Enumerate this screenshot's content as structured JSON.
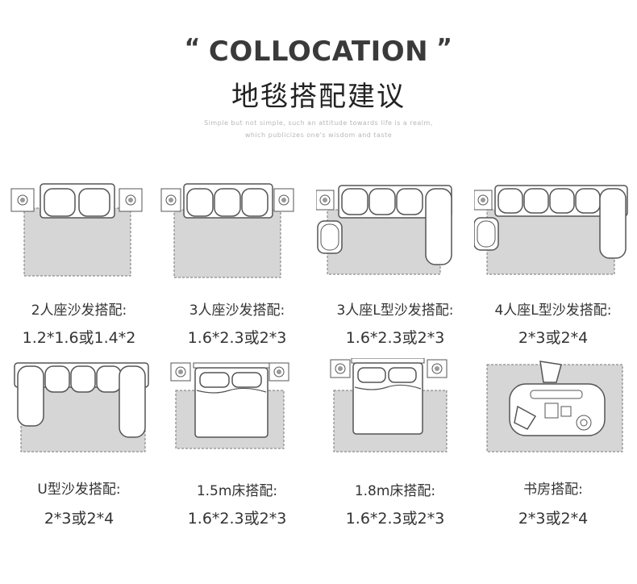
{
  "header": {
    "open_quote": "“",
    "title": "COLLOCATION",
    "close_quote": "”",
    "subtitle": "地毯搭配建议",
    "tagline_1": "Simple but not simple, such an attitude towards life is a realm,",
    "tagline_2": "which publicizes one's wisdom and taste"
  },
  "colors": {
    "rug_fill": "#d6d6d6",
    "line": "#555555",
    "text": "#333333"
  },
  "items": [
    {
      "label": "2人座沙发搭配:",
      "size": "1.2*1.6或1.4*2"
    },
    {
      "label": "3人座沙发搭配:",
      "size": "1.6*2.3或2*3"
    },
    {
      "label": "3人座L型沙发搭配:",
      "size": "1.6*2.3或2*3"
    },
    {
      "label": "4人座L型沙发搭配:",
      "size": "2*3或2*4"
    },
    {
      "label": "U型沙发搭配:",
      "size": "2*3或2*4"
    },
    {
      "label": "1.5m床搭配:",
      "size": "1.6*2.3或2*3"
    },
    {
      "label": "1.8m床搭配:",
      "size": "1.6*2.3或2*3"
    },
    {
      "label": "书房搭配:",
      "size": "2*3或2*4"
    }
  ]
}
